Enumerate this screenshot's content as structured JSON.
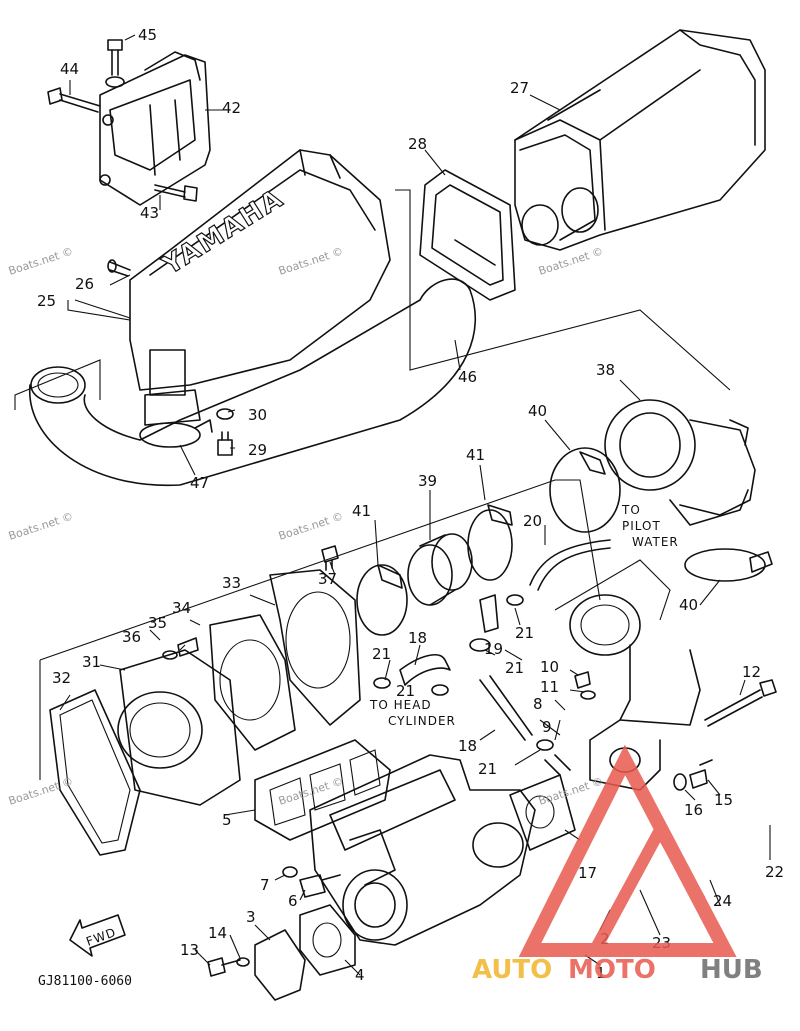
{
  "diagram": {
    "part_code": "GJ81100-6060",
    "embossed_brand": "YAMAHA",
    "fwd_label": "FWD",
    "notes": {
      "to_pilot_water_1": "TO",
      "to_pilot_water_2": "PILOT",
      "to_pilot_water_3": "WATER",
      "to_head_1": "TO HEAD",
      "to_head_2": "CYLINDER"
    },
    "watermark": "Boats.net ©",
    "brand": {
      "part1": "AUTO",
      "part2": "MOTO",
      "part3": "HUB",
      "colors": [
        "#f0b429",
        "#e85a4f",
        "#6b6b6b"
      ]
    },
    "callouts": {
      "c45": "45",
      "c44": "44",
      "c42": "42",
      "c43": "43",
      "c27": "27",
      "c28": "28",
      "c26": "26",
      "c25": "25",
      "c46": "46",
      "c30": "30",
      "c29": "29",
      "c47": "47",
      "c38": "38",
      "c40a": "40",
      "c41a": "41",
      "c39": "39",
      "c41b": "41",
      "c20": "20",
      "c37": "37",
      "c33": "33",
      "c34": "34",
      "c35": "35",
      "c36": "36",
      "c31": "31",
      "c32": "32",
      "c18a": "18",
      "c21a": "21",
      "c21b": "21",
      "c19": "19",
      "c21c": "21",
      "c21d": "21",
      "c10": "10",
      "c11": "11",
      "c8": "8",
      "c9": "9",
      "c12": "12",
      "c18b": "18",
      "c21e": "21",
      "c40b": "40",
      "c5": "5",
      "c16": "16",
      "c15": "15",
      "c17": "17",
      "c22": "22",
      "c7": "7",
      "c6": "6",
      "c24": "24",
      "c3": "3",
      "c14": "14",
      "c13": "13",
      "c2": "2",
      "c23": "23",
      "c4": "4",
      "c1": "1"
    }
  }
}
